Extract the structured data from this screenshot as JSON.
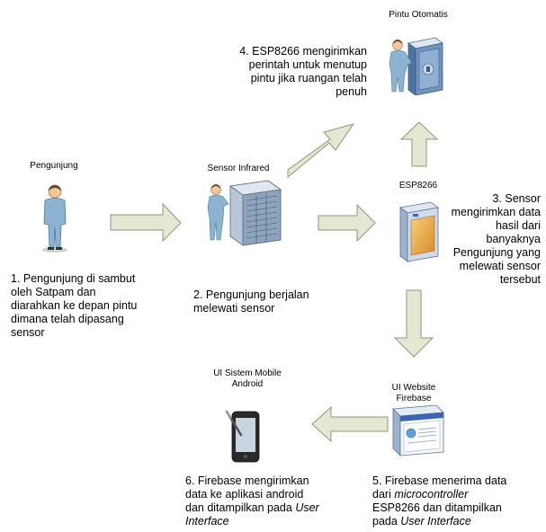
{
  "nodes": {
    "pengunjung": {
      "label": "Pengunjung"
    },
    "sensor": {
      "label": "Sensor Infrared"
    },
    "esp": {
      "label": "ESP8266"
    },
    "pintu": {
      "label": "Pintu Otomatis"
    },
    "website": {
      "label_line1": "UI Website",
      "label_line2": "Firebase"
    },
    "mobile": {
      "label_line1": "UI Sistem Mobile",
      "label_line2": "Android"
    }
  },
  "steps": {
    "s1": {
      "lines": [
        "1. Pengunjung di sambut",
        "oleh Satpam dan",
        "diarahkan ke depan pintu",
        "dimana telah dipasang",
        "sensor"
      ]
    },
    "s2": {
      "lines": [
        "2. Pengunjung berjalan",
        "melewati sensor"
      ]
    },
    "s3": {
      "lines": [
        "3. Sensor",
        "mengirimkan data",
        "hasil dari",
        "banyaknya",
        "Pengunjung yang",
        "melewati sensor",
        "tersebut"
      ]
    },
    "s4": {
      "lines": [
        "4. ESP8266 mengirimkan",
        "perintah untuk menutup",
        "pintu jika ruangan telah",
        "penuh"
      ]
    },
    "s5": {
      "line1": "5. Firebase menerima data",
      "line2_pre": "dari ",
      "line2_em": "microcontroller",
      "line3": "ESP8266 dan ditampilkan",
      "line4_pre": "pada ",
      "line4_em": "User Interface"
    },
    "s6": {
      "line1": "6. Firebase mengirimkan",
      "line2": "data ke aplikasi android",
      "line3_pre": "dan ditampilkan pada ",
      "line3_em": "User",
      "line4_em": "Interface"
    }
  },
  "colors": {
    "arrow_fill": "#e2e8d2",
    "arrow_stroke": "#8c9878",
    "person": "#8cb4d2",
    "screen": "#3c64b4"
  }
}
